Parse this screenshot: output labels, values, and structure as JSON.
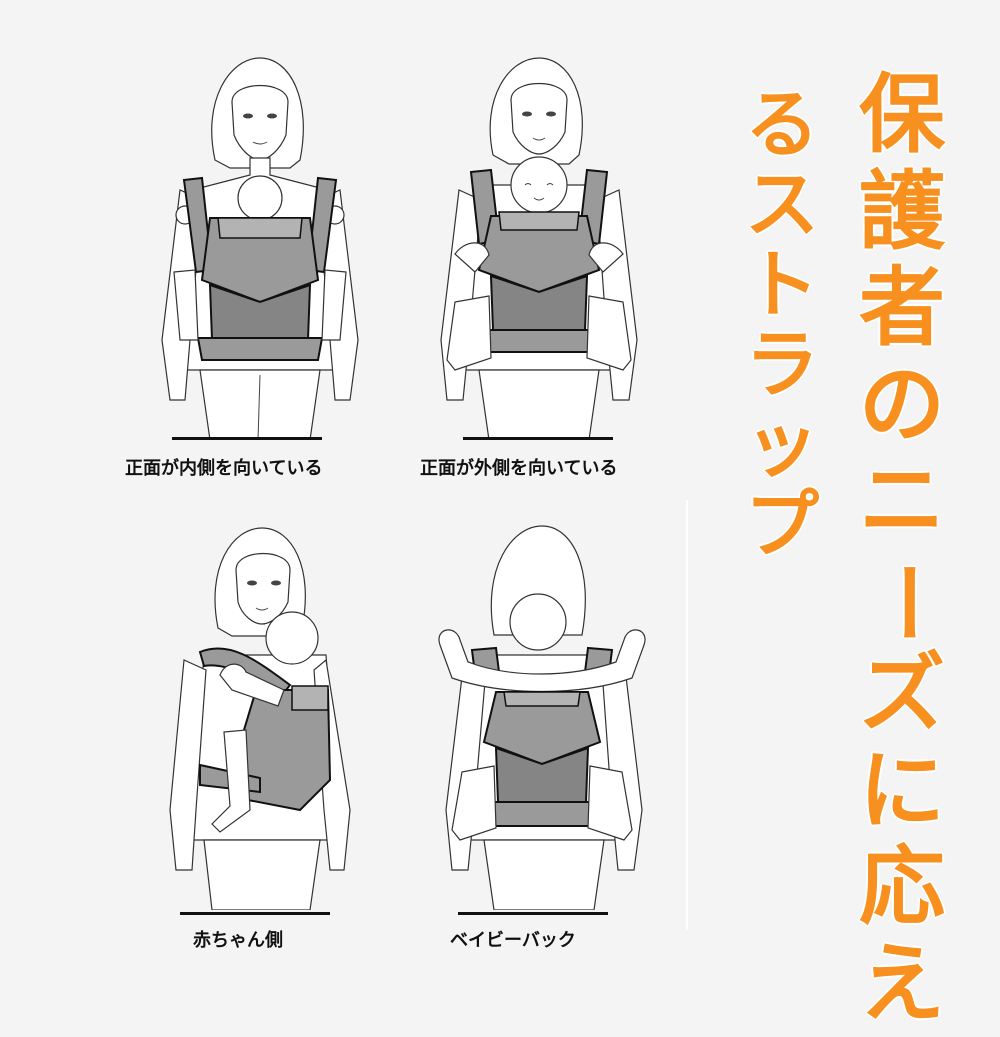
{
  "headline": {
    "text": "保護者のニーズに応えるストラップ",
    "column_right": [
      "保",
      "護",
      "者",
      "の",
      "ニ",
      "ー",
      "ズ",
      "に",
      "応",
      "え"
    ],
    "column_left": [
      "る",
      "ス",
      "ト",
      "ラ",
      "ッ",
      "プ"
    ],
    "color": "#f7901e"
  },
  "positions": [
    {
      "caption": "正面が内側を向いている",
      "figure": "front-inward-carry-illustration"
    },
    {
      "caption": "正面が外側を向いている",
      "figure": "front-outward-carry-illustration"
    },
    {
      "caption": "赤ちゃん側",
      "figure": "hip-carry-illustration"
    },
    {
      "caption": "ベイビーバック",
      "figure": "back-carry-illustration"
    }
  ],
  "colors": {
    "background": "#f4f4f4",
    "carrier_fill": "#9a9a9a",
    "line": "#111111"
  }
}
